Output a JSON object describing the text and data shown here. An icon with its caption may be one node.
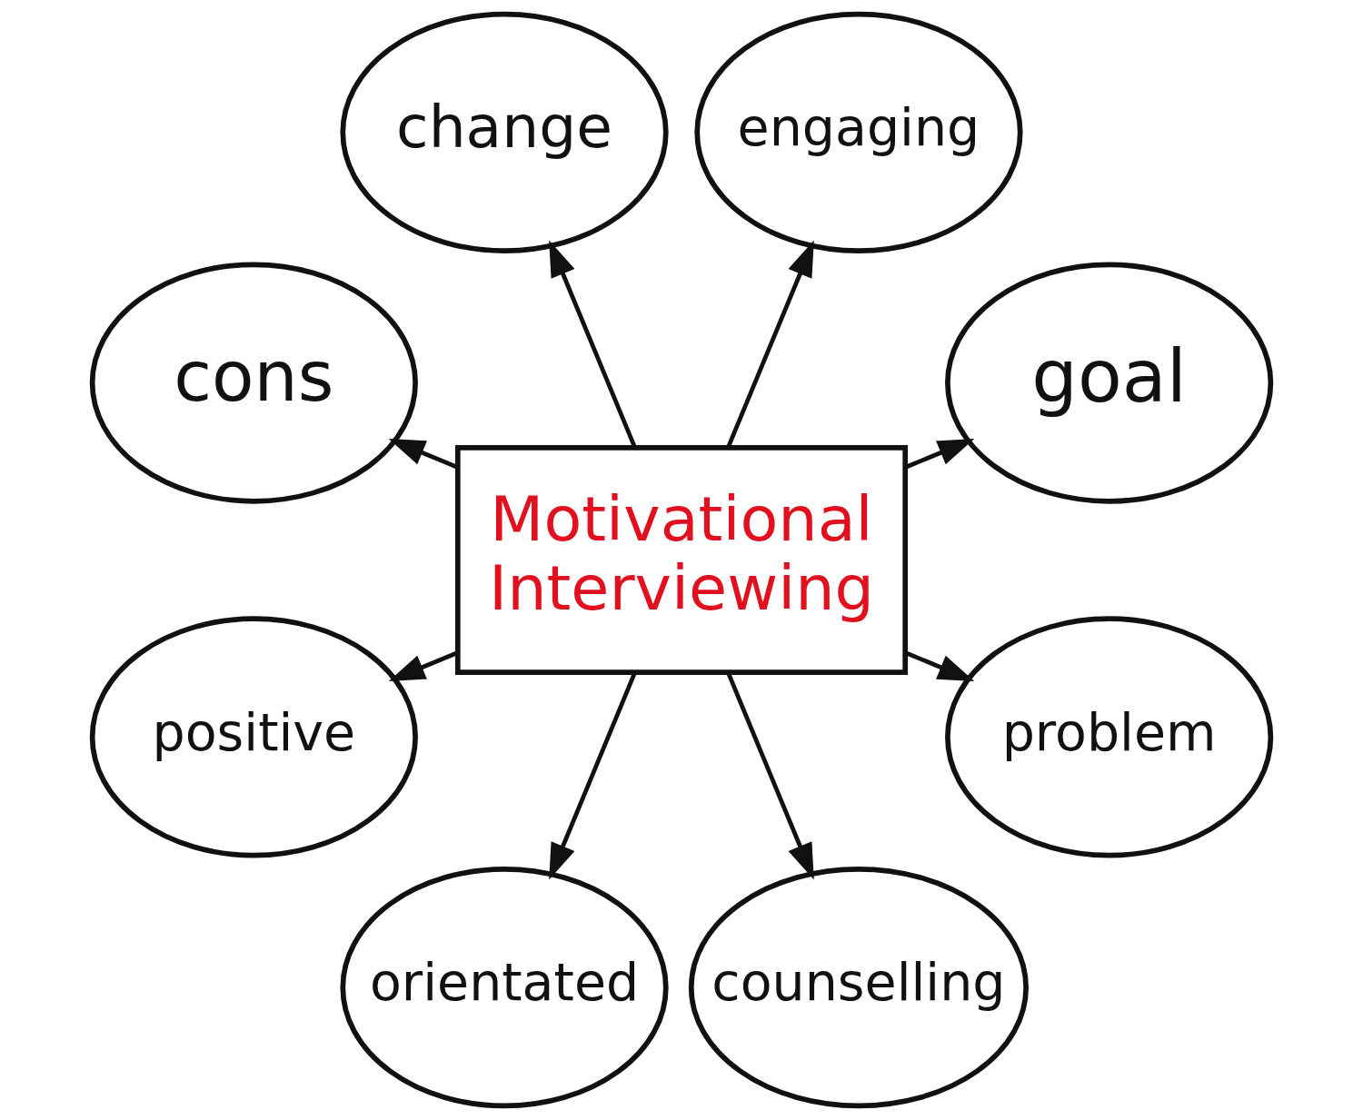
{
  "diagram": {
    "nodes": [
      {
        "text": [
          "Motivational Interviewing"
        ]
      },
      {
        "text": [
          "change"
        ]
      },
      {
        "text": [
          "engaging"
        ]
      },
      {
        "text": [
          "cons"
        ]
      },
      {
        "text": [
          "goal"
        ]
      },
      {
        "text": [
          "positive"
        ]
      },
      {
        "text": [
          "problem"
        ]
      },
      {
        "text": [
          "orientated"
        ]
      },
      {
        "text": [
          "counselling"
        ]
      }
    ],
    "edges": [
      {
        "from": 0,
        "to": 1,
        "arrow": "to"
      },
      {
        "from": 0,
        "to": 2,
        "arrow": "to"
      },
      {
        "from": 0,
        "to": 3,
        "arrow": "to"
      },
      {
        "from": 0,
        "to": 4,
        "arrow": "to"
      },
      {
        "from": 0,
        "to": 5,
        "arrow": "to"
      },
      {
        "from": 0,
        "to": 6,
        "arrow": "to"
      },
      {
        "from": 0,
        "to": 7,
        "arrow": "to"
      },
      {
        "from": 0,
        "to": 8,
        "arrow": "to"
      }
    ]
  }
}
